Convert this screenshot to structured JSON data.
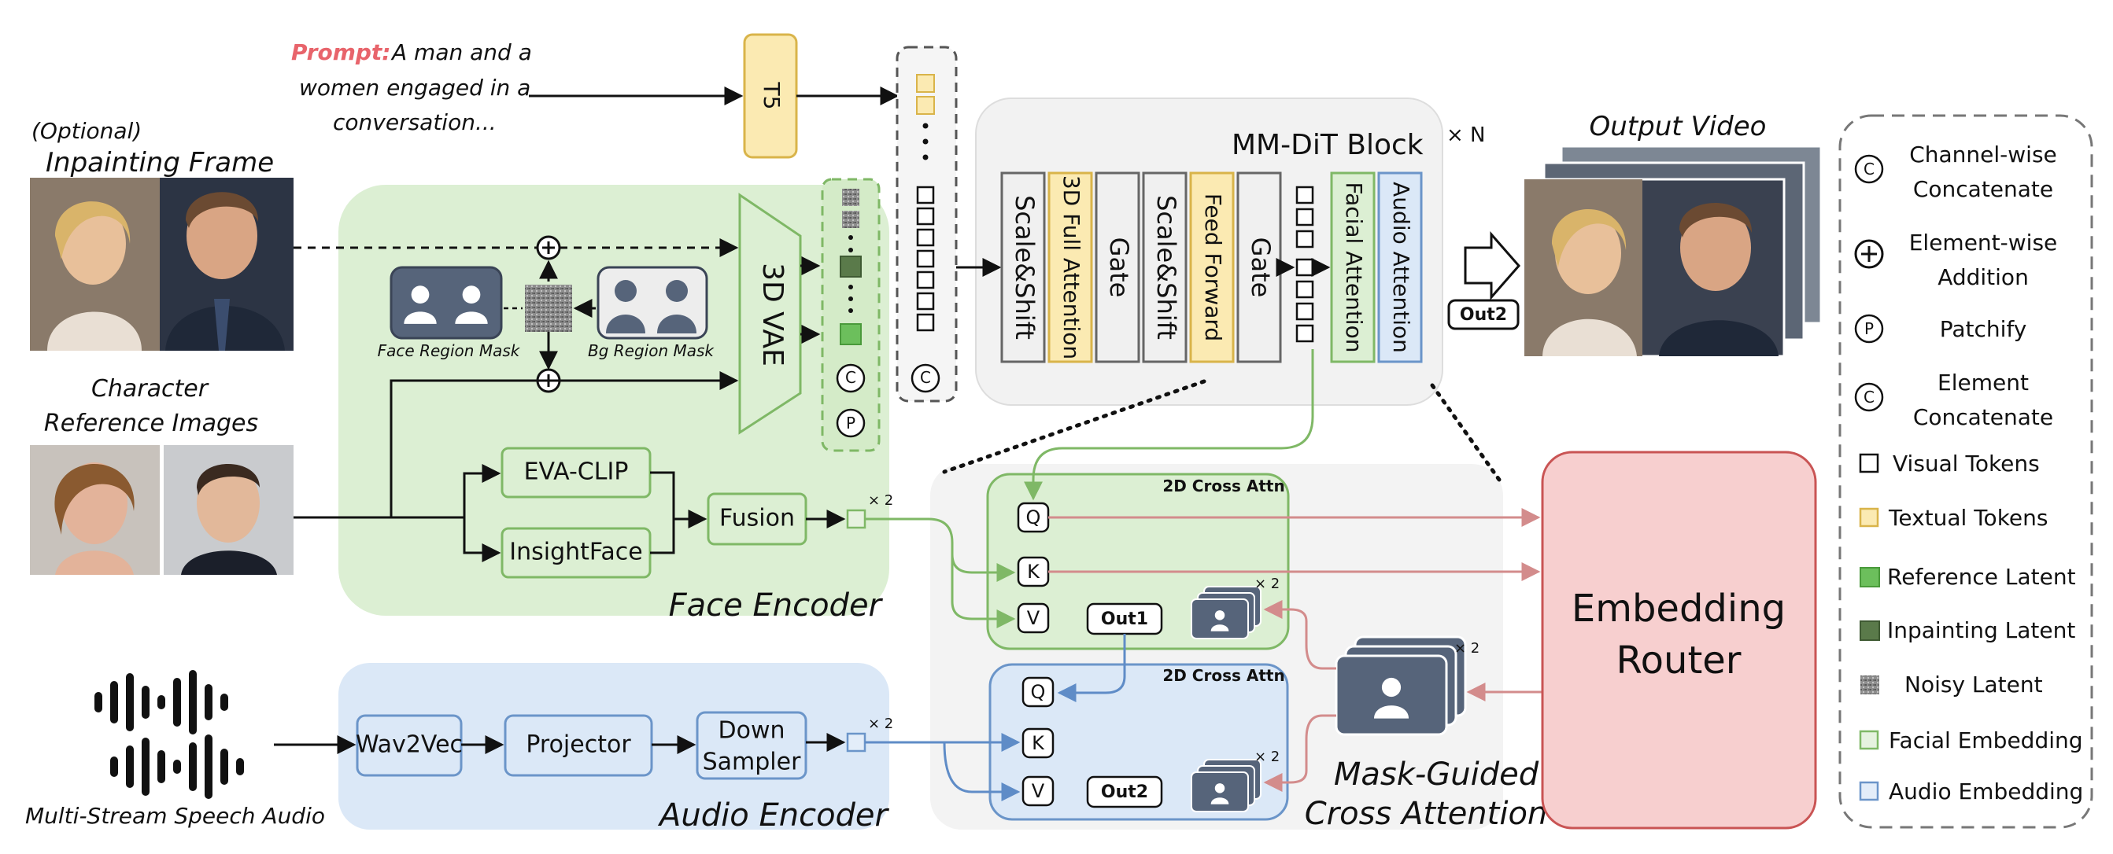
{
  "prompt": {
    "label": "Prompt:",
    "line1": "A man and a",
    "line2": "women engaged in a",
    "line3": "conversation..."
  },
  "t5": "T5",
  "inpaint": {
    "optional": "(Optional)",
    "title": "Inpainting Frame"
  },
  "reference": {
    "line1": "Character",
    "line2": "Reference Images"
  },
  "masks": {
    "face": "Face Region Mask",
    "bg": "Bg Region Mask"
  },
  "vae": "3D VAE",
  "face_encoder": {
    "title": "Face Encoder",
    "eva": "EVA-CLIP",
    "insight": "InsightFace",
    "fusion": "Fusion",
    "mult": "× 2"
  },
  "audio_encoder": {
    "title": "Audio Encoder",
    "wav": "Wav2Vec",
    "proj": "Projector",
    "down1": "Down",
    "down2": "Sampler",
    "mult": "× 2"
  },
  "audio_input": "Multi-Stream Speech Audio",
  "mmdit": {
    "title": "MM-DiT Block",
    "repeat": "× N",
    "blocks": [
      "Scale&Shift",
      "3D Full Attention",
      "Gate",
      "Scale&Shift",
      "Feed Forward",
      "Gate"
    ],
    "facial": "Facial Attention",
    "audio": "Audio Attention"
  },
  "output": {
    "title": "Output Video",
    "out2": "Out2"
  },
  "cross": {
    "title1": "Mask-Guided",
    "title2": "Cross Attention",
    "attn": "2D Cross Attn",
    "q": "Q",
    "k": "K",
    "v": "V",
    "out1": "Out1",
    "out2": "Out2",
    "mult": "× 2"
  },
  "router": {
    "line1": "Embedding",
    "line2": "Router"
  },
  "legend": {
    "channel1": "Channel-wise",
    "channel2": "Concatenate",
    "add1": "Element-wise",
    "add2": "Addition",
    "patch": "Patchify",
    "elem1": "Element",
    "elem2": "Concatenate",
    "visual": "Visual Tokens",
    "textual": "Textual Tokens",
    "reflat": "Reference Latent",
    "inlat": "Inpainting Latent",
    "noisy": "Noisy Latent",
    "facial": "Facial Embedding",
    "audio": "Audio Embedding"
  },
  "colors": {
    "green_bg": "#dcefd3",
    "green_line": "#82b96a",
    "blue_bg": "#dbe8f7",
    "blue_line": "#6b95c9",
    "yellow": "#fbeab2",
    "yellow_line": "#d9b44a",
    "router_bg": "#f7cfcf",
    "router_line": "#c95454",
    "gray_bg": "#f3f3f3"
  }
}
